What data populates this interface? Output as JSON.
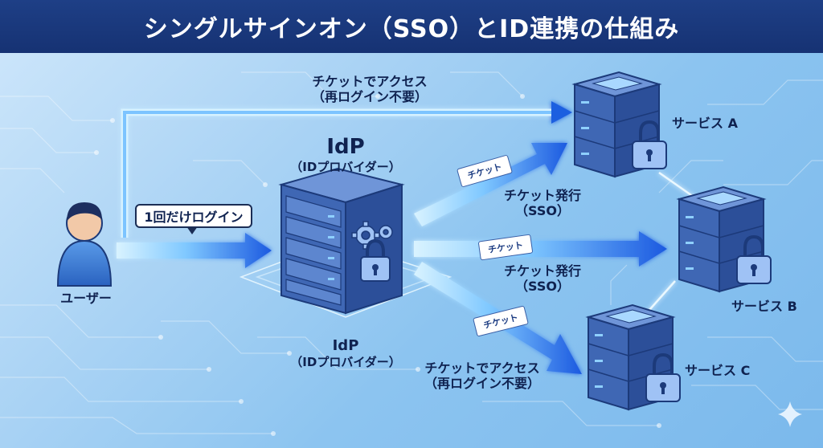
{
  "title": "シングルサインオン（SSO）とID連携の仕組み",
  "user": {
    "label": "ユーザー"
  },
  "login_bubble": "1回だけログイン",
  "idp": {
    "title": "IdP",
    "subtitle": "（IDプロバイダー）",
    "bottom_title": "IdP",
    "bottom_subtitle": "（IDプロバイダー）"
  },
  "top_access": {
    "line1": "チケットでアクセス",
    "line2": "（再ログイン不要）"
  },
  "bottom_access": {
    "line1": "チケットでアクセス",
    "line2": "（再ログイン不要）"
  },
  "tickets": [
    "チケット",
    "チケット",
    "チケット"
  ],
  "issue_labels": [
    {
      "line1": "チケット発行",
      "line2": "（SSO）"
    },
    {
      "line1": "チケット発行",
      "line2": "（SSO）"
    }
  ],
  "services": [
    {
      "label": "サービス A"
    },
    {
      "label": "サービス B"
    },
    {
      "label": "サービス C"
    }
  ],
  "colors": {
    "header": "#1a3a7e",
    "arrow_light": "#cfeeff",
    "arrow_dark": "#1f5fe0",
    "server_face": "#3d64b0",
    "server_side": "#26488f",
    "server_top": "#5f86cc"
  },
  "icons": [
    "user-icon",
    "gear-icon",
    "lock-icon",
    "server-icon",
    "sparkle-icon"
  ]
}
